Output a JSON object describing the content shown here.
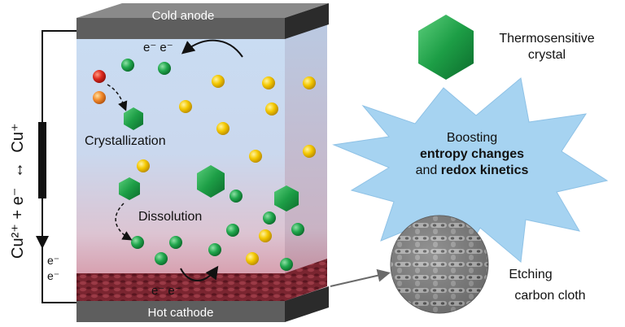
{
  "electrodes": {
    "top_label": "Cold anode",
    "bottom_label": "Hot cathode"
  },
  "electrons": {
    "top": "e⁻ e⁻",
    "bottom": "e⁻ e⁻",
    "wire_e1": "e⁻",
    "wire_e2": "e⁻"
  },
  "equation": {
    "lhs": "Cu²⁺ + e⁻",
    "arrow": "↔",
    "rhs": "Cu⁺"
  },
  "process_labels": {
    "crystallization": "Crystallization",
    "dissolution": "Dissolution"
  },
  "legend": {
    "crystal_line1": "Thermosensitive",
    "crystal_line2": "crystal",
    "cloth_line1": "Etching",
    "cloth_line2": "carbon cloth"
  },
  "star": {
    "line1": "Boosting",
    "line2": "entropy changes",
    "line3_pre": "and ",
    "line3_bold": "redox kinetics"
  },
  "colors": {
    "green_ion": "#1fa04a",
    "yellow_ion": "#f2c500",
    "red_ion": "#d9231e",
    "orange_ion": "#f08a2a",
    "star_fill": "#9fcfee",
    "electrode": "#5e5e5e",
    "cloth": "#7a2530"
  }
}
